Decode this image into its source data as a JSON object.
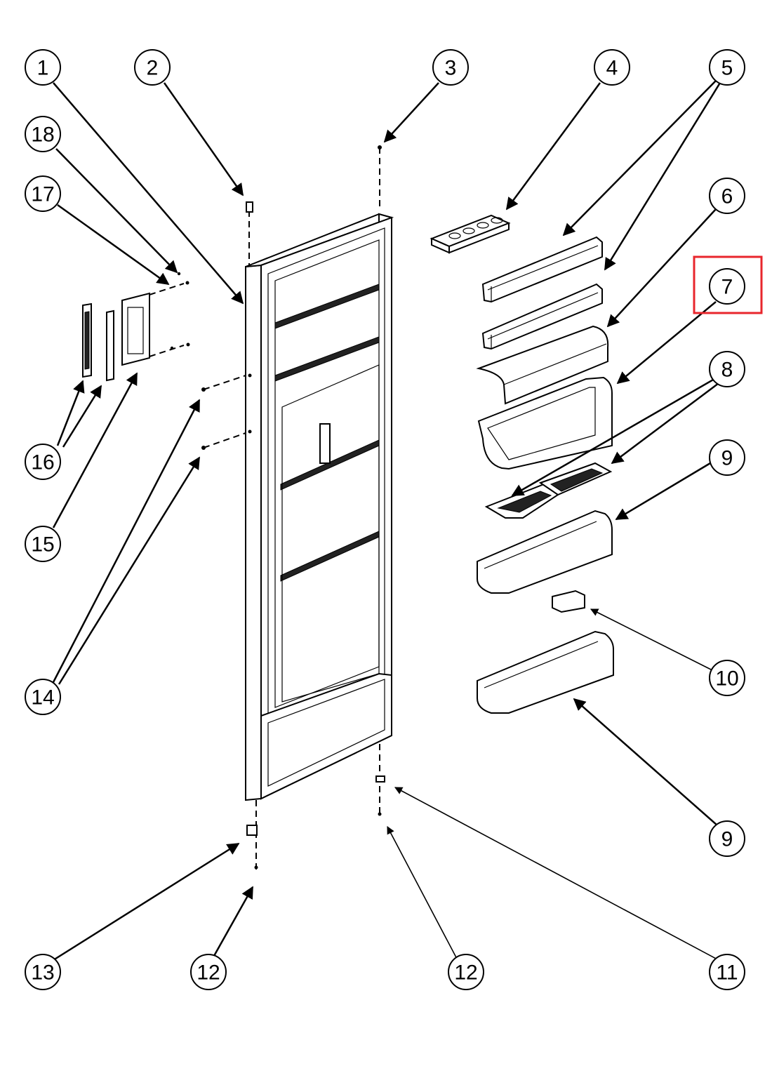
{
  "diagram": {
    "callouts": [
      {
        "id": "c1",
        "label": "1"
      },
      {
        "id": "c2",
        "label": "2"
      },
      {
        "id": "c3",
        "label": "3"
      },
      {
        "id": "c4",
        "label": "4"
      },
      {
        "id": "c5",
        "label": "5"
      },
      {
        "id": "c6",
        "label": "6"
      },
      {
        "id": "c7",
        "label": "7"
      },
      {
        "id": "c8",
        "label": "8"
      },
      {
        "id": "c9a",
        "label": "9"
      },
      {
        "id": "c9b",
        "label": "9"
      },
      {
        "id": "c10",
        "label": "10"
      },
      {
        "id": "c11",
        "label": "11"
      },
      {
        "id": "c12a",
        "label": "12"
      },
      {
        "id": "c12b",
        "label": "12"
      },
      {
        "id": "c13",
        "label": "13"
      },
      {
        "id": "c14",
        "label": "14"
      },
      {
        "id": "c15",
        "label": "15"
      },
      {
        "id": "c16",
        "label": "16"
      },
      {
        "id": "c17",
        "label": "17"
      },
      {
        "id": "c18",
        "label": "18"
      }
    ],
    "highlighted_callout": "7",
    "highlight_color": "#e8262c",
    "line_color": "#000000"
  }
}
